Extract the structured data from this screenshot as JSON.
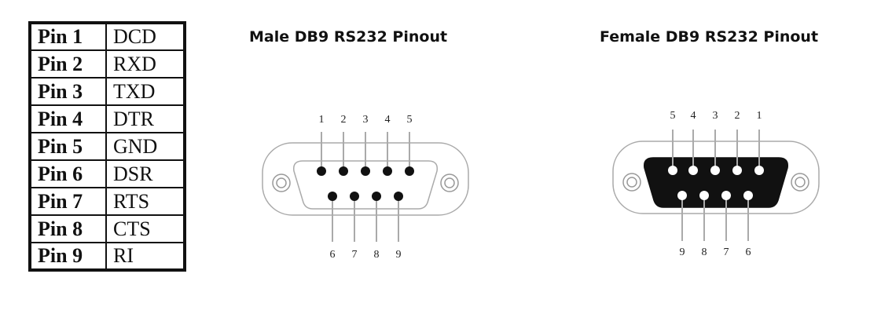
{
  "pin_table": {
    "rows": [
      {
        "pin": "Pin 1",
        "signal": "DCD"
      },
      {
        "pin": "Pin 2",
        "signal": "RXD"
      },
      {
        "pin": "Pin 3",
        "signal": "TXD"
      },
      {
        "pin": "Pin 4",
        "signal": "DTR"
      },
      {
        "pin": "Pin 5",
        "signal": "GND"
      },
      {
        "pin": "Pin 6",
        "signal": "DSR"
      },
      {
        "pin": "Pin 7",
        "signal": "RTS"
      },
      {
        "pin": "Pin 8",
        "signal": "CTS"
      },
      {
        "pin": "Pin 9",
        "signal": "RI"
      }
    ]
  },
  "male": {
    "title": "Male DB9 RS232 Pinout",
    "top_labels": [
      "1",
      "2",
      "3",
      "4",
      "5"
    ],
    "bottom_labels": [
      "6",
      "7",
      "8",
      "9"
    ]
  },
  "female": {
    "title": "Female DB9 RS232 Pinout",
    "top_labels": [
      "5",
      "4",
      "3",
      "2",
      "1"
    ],
    "bottom_labels": [
      "9",
      "8",
      "7",
      "6"
    ]
  },
  "colors": {
    "line": "#aaaaaa",
    "pin_dot": "#111111",
    "female_fill": "#111111",
    "female_pin": "#ffffff"
  }
}
